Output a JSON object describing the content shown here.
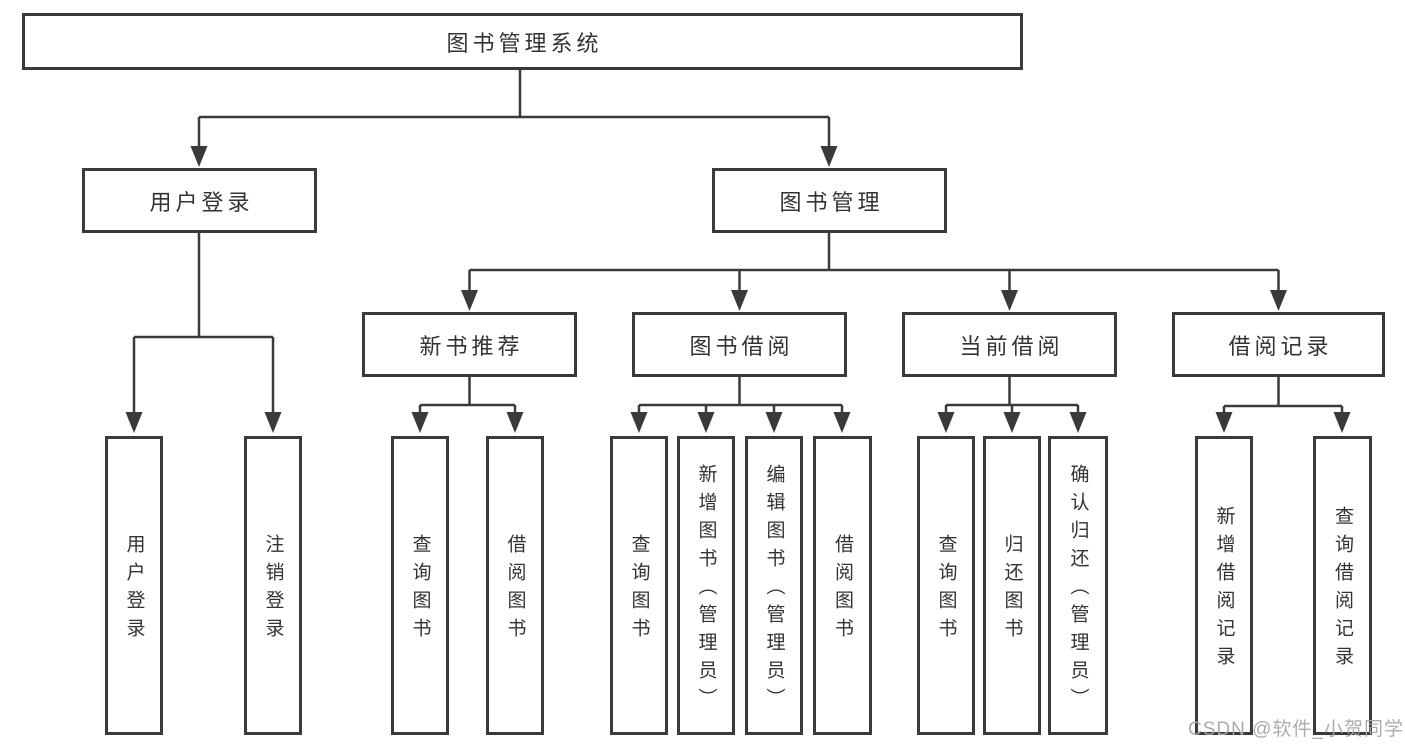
{
  "tree": {
    "root": {
      "label": "图书管理系统"
    },
    "children": [
      {
        "label": "用户登录",
        "children": [
          {
            "label": "用户登录"
          },
          {
            "label": "注销登录"
          }
        ]
      },
      {
        "label": "图书管理",
        "children": [
          {
            "label": "新书推荐",
            "children": [
              {
                "label": "查询图书"
              },
              {
                "label": "借阅图书"
              }
            ]
          },
          {
            "label": "图书借阅",
            "children": [
              {
                "label": "查询图书"
              },
              {
                "label": "新增图书（管理员）"
              },
              {
                "label": "编辑图书（管理员）"
              },
              {
                "label": "借阅图书"
              }
            ]
          },
          {
            "label": "当前借阅",
            "children": [
              {
                "label": "查询图书"
              },
              {
                "label": "归还图书"
              },
              {
                "label": "确认归还（管理员）"
              }
            ]
          },
          {
            "label": "借阅记录",
            "children": [
              {
                "label": "新增借阅记录"
              },
              {
                "label": "查询借阅记录"
              }
            ]
          }
        ]
      }
    ]
  },
  "colors": {
    "line": "#3a3a3a",
    "text": "#333333",
    "background": "#ffffff",
    "watermark": "#a8a8a8"
  },
  "watermark": {
    "text": "CSDN @软件_小贺同学"
  }
}
